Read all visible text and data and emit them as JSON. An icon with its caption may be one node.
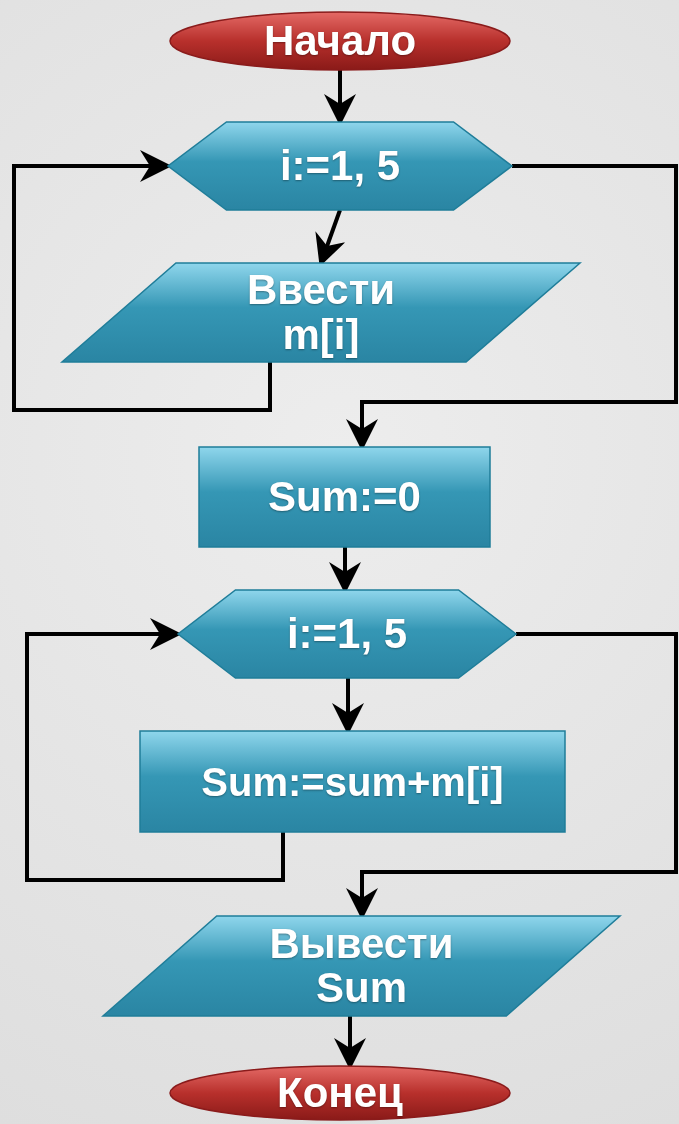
{
  "diagram": {
    "nodes": [
      {
        "text": [
          "Начало"
        ]
      },
      {
        "text": [
          "i:=1, 5"
        ]
      },
      {
        "text": [
          "Ввести m[i]"
        ]
      },
      {
        "text": [
          "Sum:=0"
        ]
      },
      {
        "text": [
          "i:=1, 5"
        ]
      },
      {
        "text": [
          "Sum:=sum+m[i]"
        ]
      },
      {
        "text": [
          "Вывести Sum"
        ]
      },
      {
        "text": [
          "Конец"
        ]
      }
    ],
    "edges": [
      {
        "from": 0,
        "to": 1,
        "arrow": "to"
      },
      {
        "from": 1,
        "to": 2,
        "arrow": "to"
      },
      {
        "from": 2,
        "to": 1,
        "arrow": "to"
      },
      {
        "from": 1,
        "to": 3,
        "arrow": "to"
      },
      {
        "from": 3,
        "to": 4,
        "arrow": "to"
      },
      {
        "from": 4,
        "to": 5,
        "arrow": "to"
      },
      {
        "from": 5,
        "to": 4,
        "arrow": "to"
      },
      {
        "from": 4,
        "to": 6,
        "arrow": "to"
      },
      {
        "from": 6,
        "to": 7,
        "arrow": "to"
      }
    ]
  }
}
